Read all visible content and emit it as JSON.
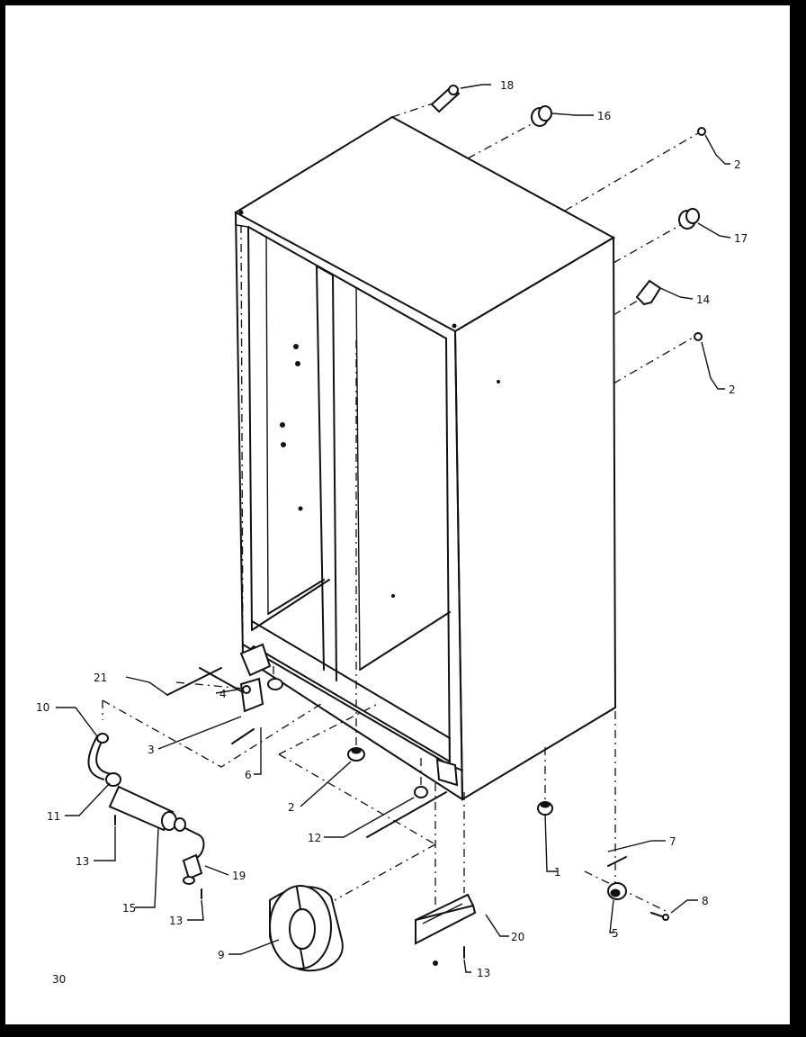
{
  "page_number": "30",
  "callouts": {
    "c1": "1",
    "c2a": "2",
    "c2b": "2",
    "c2c": "2",
    "c3": "3",
    "c4": "4",
    "c5": "5",
    "c6": "6",
    "c7": "7",
    "c8": "8",
    "c9": "9",
    "c10": "10",
    "c11": "11",
    "c12": "12",
    "c13a": "13",
    "c13b": "13",
    "c13c": "13",
    "c14": "14",
    "c15": "15",
    "c16": "16",
    "c17": "17",
    "c18": "18",
    "c19": "19",
    "c20": "20",
    "c21": "21"
  }
}
